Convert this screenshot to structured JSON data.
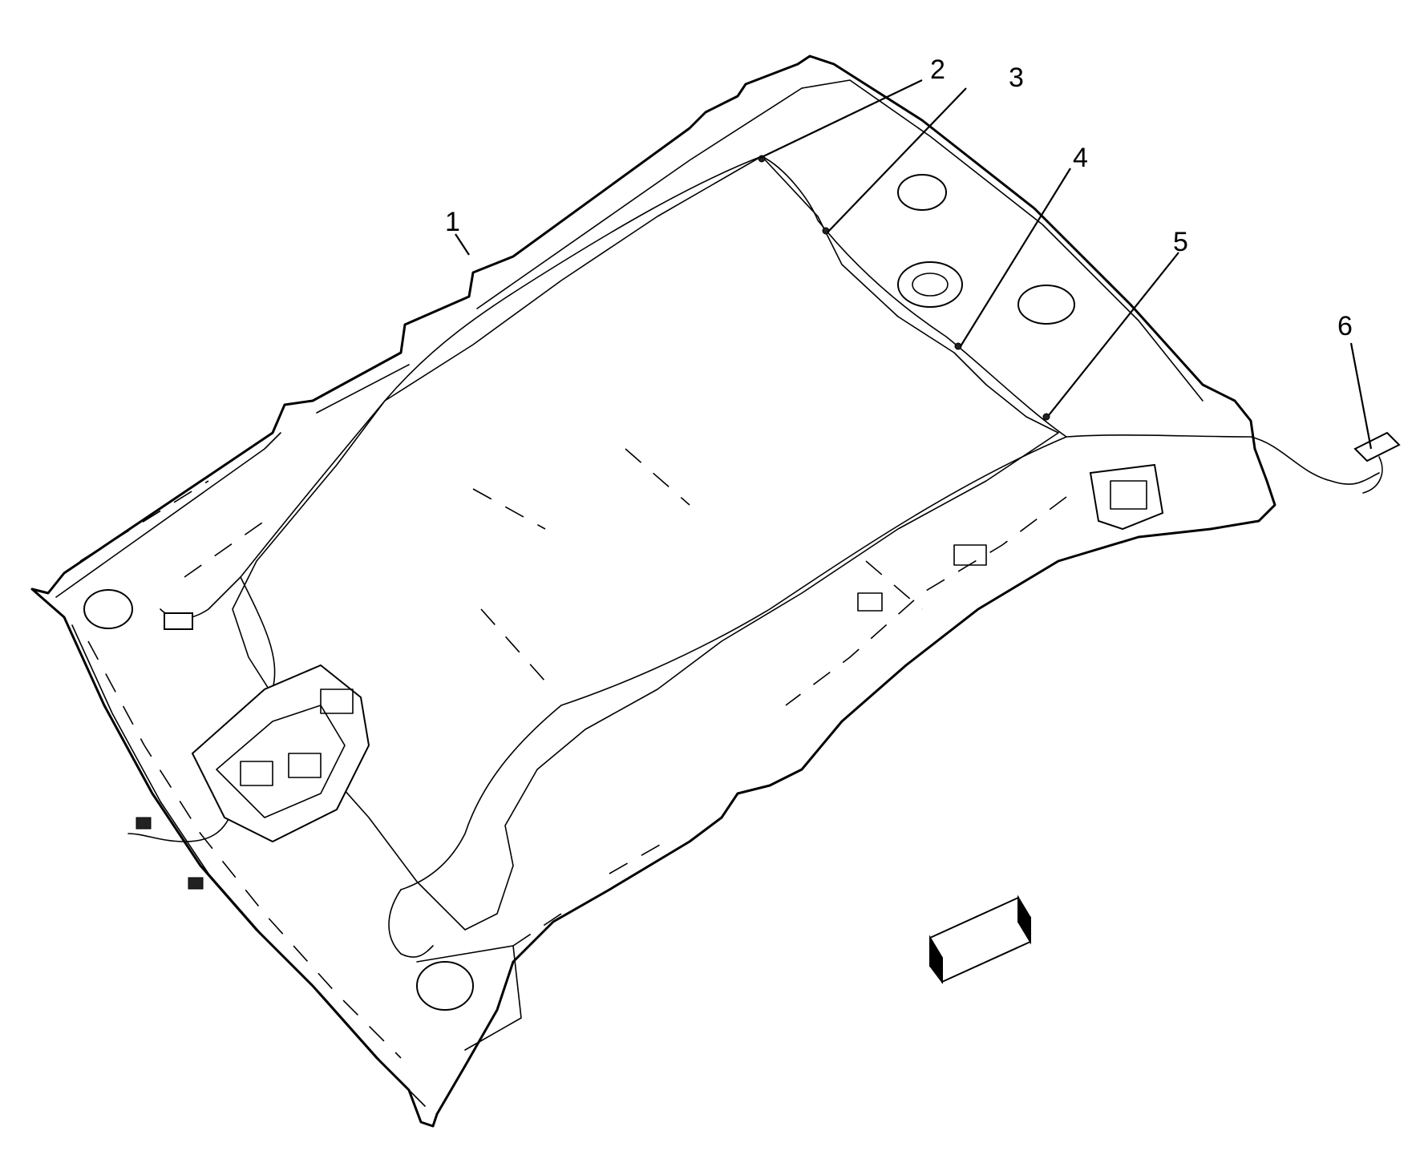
{
  "callouts": [
    {
      "id": "1",
      "label": "1"
    },
    {
      "id": "2",
      "label": "2"
    },
    {
      "id": "3",
      "label": "3"
    },
    {
      "id": "4",
      "label": "4"
    },
    {
      "id": "5",
      "label": "5"
    },
    {
      "id": "6",
      "label": "6"
    }
  ],
  "colors": {
    "line": "#000000",
    "background": "#ffffff"
  },
  "icons": {
    "direction_arrow": "front-direction-arrow-icon"
  }
}
